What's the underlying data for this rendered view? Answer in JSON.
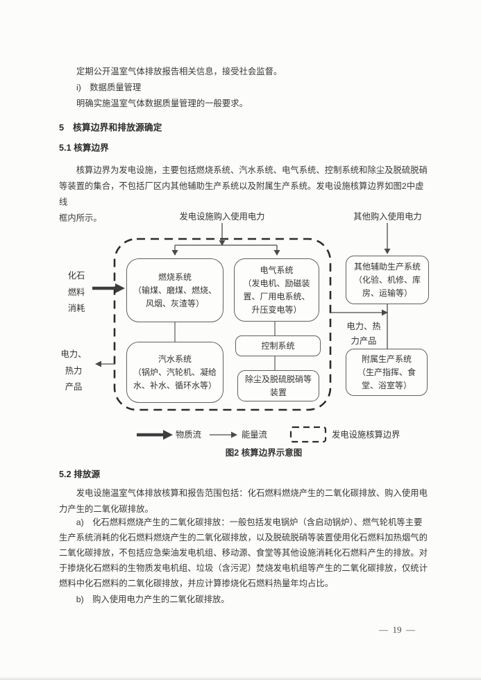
{
  "colors": {
    "ink": "#383838",
    "box_border": "#5f5f5f",
    "boundary_dash": "#2b2b2b",
    "page_bg": "#fcfcfb"
  },
  "document": {
    "para_public_disclosure": "定期公开温室气体排放报告相关信息，接受社会监督。",
    "item_i": "i)　数据质量管理",
    "para_quality": "明确实施温室气体数据质量管理的一般要求。",
    "heading_5": "5　核算边界和排放源确定",
    "heading_5_1": "5.1 核算边界",
    "para_5_1": [
      "　　核算边界为发电设施，主要包括燃烧系统、汽水系统、电气系统、控制系统和除尘及脱硫脱硝",
      "等装置的集合，不包括厂区内其他辅助生产系统以及附属生产系统。发电设施核算边界如图2中虚线",
      "框内所示。"
    ],
    "heading_5_2": "5.2 排放源",
    "para_5_2_intro": [
      "　　发电设施温室气体排放核算和报告范围包括：化石燃料燃烧产生的二氧化碳排放、购入使用电",
      "力产生的二氧化碳排放。"
    ],
    "para_5_2_a": [
      "　　a)　化石燃料燃烧产生的二氧化碳排放：一般包括发电锅炉（含启动锅炉）、燃气轮机等主要",
      "生产系统消耗的化石燃料燃烧产生的二氧化碳排放，以及脱硫脱硝等装置使用化石燃料加热烟气的",
      "二氧化碳排放，不包括应急柴油发电机组、移动源、食堂等其他设施消耗化石燃料产生的排放。对",
      "于掺烧化石燃料的生物质发电机组、垃圾（含污泥）焚烧发电机组等产生的二氧化碳排放，仅统计",
      "燃料中化石燃料的二氧化碳排放，并应计算掺烧化石燃料热量年均占比。"
    ],
    "para_5_2_b": "　　b)　购入使用电力产生的二氧化碳排放。",
    "footer_page_number": "—  19  —"
  },
  "figure": {
    "label_purchased_power_facility": "发电设施购入使用电力",
    "label_purchased_power_other": "其他购入使用电力",
    "label_fossil_fuel": [
      "化石",
      "燃料",
      "消耗"
    ],
    "label_output_left": [
      "电力、",
      "热力",
      "产品"
    ],
    "label_output_right": [
      "电力、热",
      "力产品"
    ],
    "box_combustion": [
      "燃烧系统",
      "（输煤、磨煤、燃烧、",
      "风烟、灰渣等）"
    ],
    "box_electrical": [
      "电气系统",
      "（发电机、励磁装",
      "置、厂用电系统、",
      "升压变电等）"
    ],
    "box_steam_water": [
      "汽水系统",
      "（锅炉、汽轮机、凝给",
      "水、补水、循环水等）"
    ],
    "box_control": "控制系统",
    "box_dedusting": [
      "除尘及脱硫脱硝等",
      "装置"
    ],
    "box_other_auxiliary": [
      "其他辅助生产系统",
      "（化验、机修、库",
      "房、运输等）"
    ],
    "box_affiliated": [
      "附属生产系统",
      "（生产指挥、食",
      "堂、浴室等）"
    ],
    "legend_material_flow": "物质流",
    "legend_energy_flow": "能量流",
    "legend_boundary": "发电设施核算边界",
    "caption": "图2 核算边界示意图"
  }
}
